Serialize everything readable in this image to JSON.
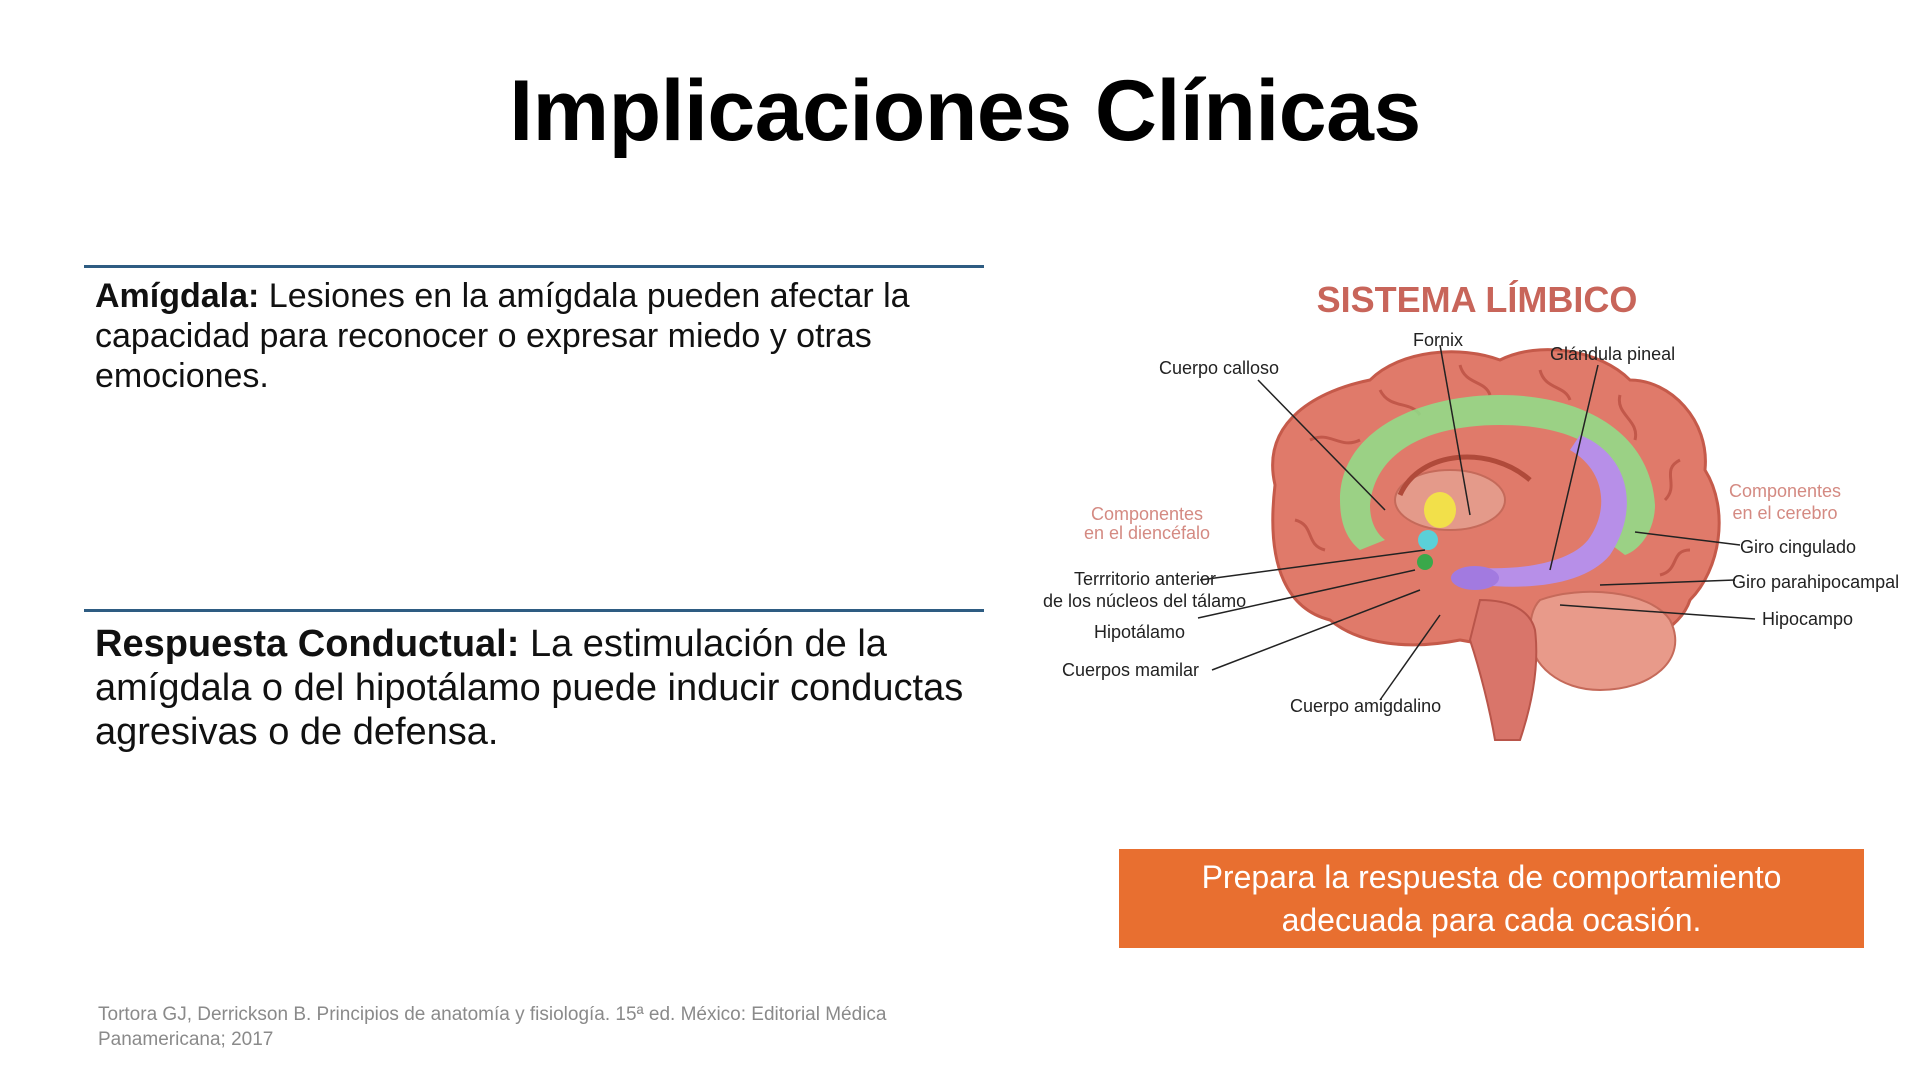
{
  "slide": {
    "title": "Implicaciones Clínicas",
    "block1": {
      "term": "Amígdala:",
      "text": " Lesiones en la amígdala pueden afectar la capacidad para reconocer o expresar miedo y otras emociones."
    },
    "block2": {
      "term": "Respuesta Conductual:",
      "text": " La estimulación de la amígdala o del hipotálamo puede inducir conductas agresivas o de defensa."
    },
    "callout": {
      "line1": "Prepara  la respuesta de comportamiento",
      "line2": "adecuada para cada ocasión."
    },
    "reference": {
      "line1": "Tortora GJ, Derrickson B. Principios de anatomía y fisiología. 15ª ed. México: Editorial Médica",
      "line2": "Panamericana; 2017"
    },
    "colors": {
      "rule": "#2e5c82",
      "callout_bg": "#e86f30",
      "figure_title": "#c8655a"
    }
  },
  "figure": {
    "title": "SISTEMA LÍMBICO",
    "group_left_1": "Componentes",
    "group_left_2": "en el diencéfalo",
    "group_right_1": "Componentes",
    "group_right_2": "en el cerebro",
    "labels": {
      "fornix": "Fornix",
      "cuerpo_calloso": "Cuerpo calloso",
      "glandula_pineal": "Glándula pineal",
      "giro_cingulado": "Giro cingulado",
      "giro_parahipocampal": "Giro parahipocampal",
      "hipocampo": "Hipocampo",
      "territorio_1": "Terrritorio anterior",
      "territorio_2": "de los núcleos del tálamo",
      "hipotalamo": "Hipotálamo",
      "cuerpos_mamilar": "Cuerpos mamilar",
      "cuerpo_amigdalino": "Cuerpo amigdalino"
    }
  }
}
